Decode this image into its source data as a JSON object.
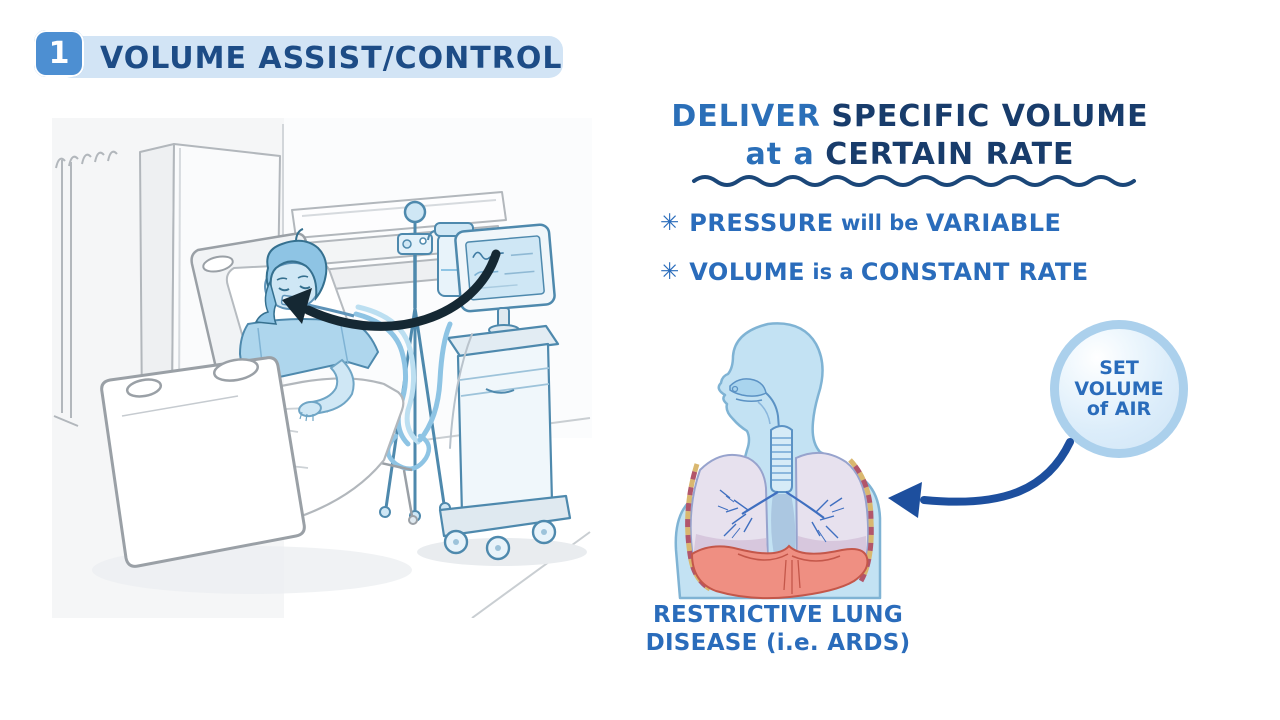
{
  "badge": {
    "number": "1"
  },
  "title": {
    "text": "VOLUME ASSIST/CONTROL"
  },
  "heading": {
    "accent1": "DELIVER",
    "strong1": "SPECIFIC VOLUME",
    "accent2": "at a",
    "strong2": "CERTAIN RATE"
  },
  "bullets": {
    "star": "✳",
    "item1": {
      "strong1": "PRESSURE",
      "mid": "will be",
      "strong2": "VARIABLE"
    },
    "item2": {
      "strong1": "VOLUME",
      "mid": "is a",
      "strong2": "CONSTANT RATE"
    }
  },
  "bubble": {
    "line1": "SET",
    "line2": "VOLUME",
    "line3": "of AIR"
  },
  "caption": {
    "line1": "RESTRICTIVE LUNG",
    "line2": "DISEASE (i.e. ARDS)"
  },
  "illustrations": {
    "hospital_scene": "Patient in hospital bed receiving ventilation from machine",
    "respiratory_torso": "Upper body showing airway, lungs, ribs and diaphragm"
  },
  "colors": {
    "accent_blue": "#2a6cbb",
    "navy": "#183c6b",
    "title_navy": "#1d4c86",
    "badge_fill": "#4d8fd2",
    "title_highlight": "#d2e4f5",
    "bubble_fill": "#dcedfa",
    "bubble_ring": "#abd0ec",
    "arrow_dark": "#152833",
    "arrow_blue": "#1d4f9e",
    "diaphragm_red": "#ef8f82",
    "lung_lavender": "#e7e1ee"
  }
}
